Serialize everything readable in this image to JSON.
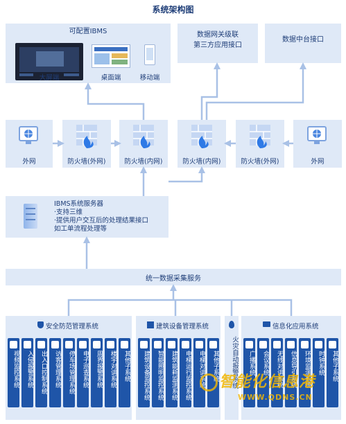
{
  "title": "系统架构图",
  "top": {
    "configurable": "可配置IBMS",
    "clients": [
      "大屏端",
      "桌面端",
      "移动端"
    ],
    "third_party": [
      "数据网关级联",
      "第三方应用接口"
    ],
    "data_platform": "数据中台接口"
  },
  "network": {
    "left_external": "外网",
    "left_fw_ext": "防火墙(外网)",
    "left_fw_int": "防火墙(内网)",
    "right_fw_int": "防火墙(内网)",
    "right_fw_ext": "防火墙(外网)",
    "right_external": "外网"
  },
  "server": {
    "title": "IBMS系统服务器",
    "lines": [
      "·支持三维",
      "·提供用户交互后的处理结果接口",
      "如工单流程处理等"
    ]
  },
  "collection": "统一数据采集服务",
  "groups": {
    "security": {
      "title": "安全防范管理系统",
      "items": [
        "视频监控系统",
        "入侵报警系统",
        "出入口控制系统",
        "访客管理系统",
        "停车场管理系统",
        "电子巡查系统",
        "周界报警系统",
        "楼宇对讲系统",
        "其他子系统"
      ]
    },
    "building": {
      "title": "建筑设备管理系统",
      "items": [
        "建筑设备监控系统",
        "智能照明监控系统",
        "建筑能耗监测系统",
        "电梯运行监控系统",
        "电梯对讲系统",
        "其他子系统"
      ]
    },
    "fire": {
      "title": "火灾自动报警系统"
    },
    "info": {
      "title": "信息化应用系统",
      "items": [
        "广播系统",
        "会议系统",
        "无线对讲系统",
        "信息导引系统",
        "环境监测系统",
        "时钟系统",
        "其他子系统"
      ]
    }
  },
  "watermark": {
    "cn": "智能化信息港",
    "en": "WWW.QDNS.CN"
  },
  "colors": {
    "panel": "#dfe9f7",
    "column": "#1f55a8",
    "text": "#1f3e78",
    "connector": "#a9c1e6",
    "firewall": "#b8cdee"
  }
}
